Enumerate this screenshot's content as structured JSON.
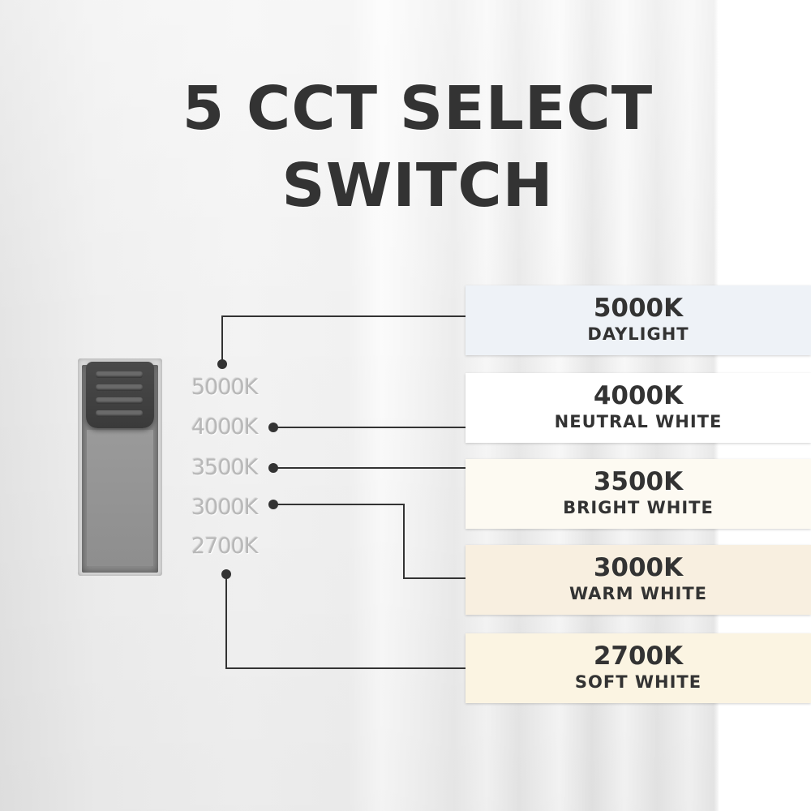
{
  "title": {
    "line1": "5 CCT SELECT",
    "line2": "SWITCH"
  },
  "switch": {
    "engraved_labels": [
      "5000K",
      "4000K",
      "3500K",
      "3000K",
      "2700K"
    ]
  },
  "options": [
    {
      "temp": "5000K",
      "name": "DAYLIGHT",
      "color": "#eef2f7"
    },
    {
      "temp": "4000K",
      "name": "NEUTRAL WHITE",
      "color": "#ffffff"
    },
    {
      "temp": "3500K",
      "name": "BRIGHT WHITE",
      "color": "#fdfaf2"
    },
    {
      "temp": "3000K",
      "name": "WARM WHITE",
      "color": "#f8efe0"
    },
    {
      "temp": "2700K",
      "name": "SOFT WHITE",
      "color": "#fbf4e2"
    }
  ],
  "colors": {
    "text": "#333333",
    "connector": "#333333"
  }
}
